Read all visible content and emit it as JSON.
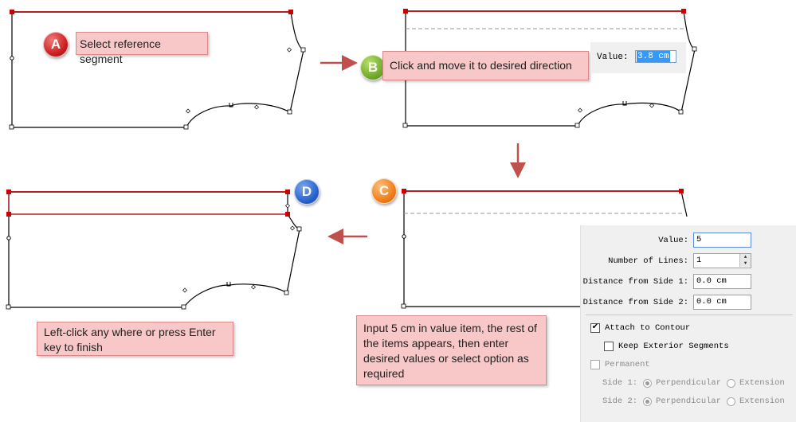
{
  "steps": [
    {
      "letter": "A",
      "color": "#c91c1c",
      "text": "Select reference segment"
    },
    {
      "letter": "B",
      "color": "#6fa82a",
      "text": "Click and move it to desired direction"
    },
    {
      "letter": "C",
      "color": "#ef7b16",
      "text": "Input 5 cm in value item, the rest of the items appears, then enter desired values or select option as required"
    },
    {
      "letter": "D",
      "color": "#2660c9",
      "text": "Left-click any where or press Enter key to finish"
    }
  ],
  "value_popup": {
    "label": "Value:",
    "value": "3.8 cm"
  },
  "dialog": {
    "value_label": "Value:",
    "value": "5",
    "lines_label": "Number of Lines:",
    "lines_value": "1",
    "dist1_label": "Distance from Side 1:",
    "dist1_value": "0.0 cm",
    "dist2_label": "Distance from Side 2:",
    "dist2_value": "0.0 cm",
    "attach_label": "Attach to Contour",
    "attach_checked": true,
    "keep_label": "Keep Exterior Segments",
    "permanent_label": "Permanent",
    "side1_label": "Side 1:",
    "side2_label": "Side 2:",
    "perpendicular_label": "Perpendicular",
    "extension_label": "Extension"
  },
  "colors": {
    "highlight": "#b22222",
    "callout_bg": "#f8c7c7",
    "arrow": "#c0504d"
  }
}
